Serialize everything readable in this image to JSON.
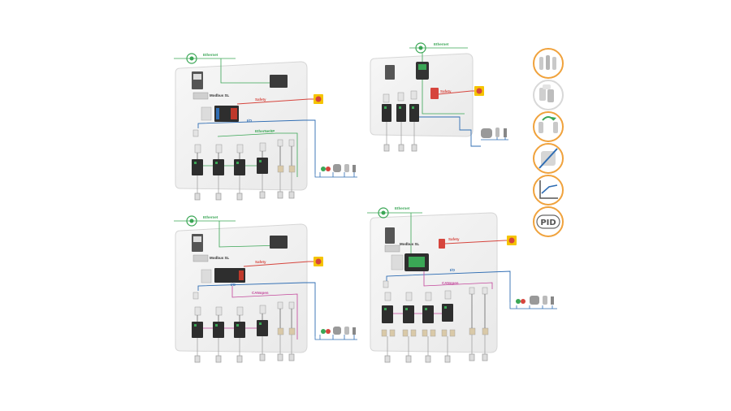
{
  "colors": {
    "ethernet": "#3aa655",
    "safety": "#d6453d",
    "io": "#2f6db3",
    "canopen": "#c2449a",
    "icon_ring": "#f0a23c",
    "panel_fill": "#f1f1f1",
    "panel_edge": "#d6d6d6"
  },
  "panels": [
    {
      "name": "panel-top-left",
      "labels": {
        "ethernet": "Ethernet",
        "modbus": "Modbus SL",
        "safety": "Safety",
        "io": "I/O",
        "bus": "EtherNet/IP"
      }
    },
    {
      "name": "panel-top-right",
      "labels": {
        "ethernet": "Ethernet",
        "safety": "Safety"
      }
    },
    {
      "name": "panel-bottom-left",
      "labels": {
        "ethernet": "Ethernet",
        "modbus": "Modbus SL",
        "safety": "Safety",
        "io": "I/O",
        "bus": "CANopen"
      }
    },
    {
      "name": "panel-bottom-right",
      "labels": {
        "ethernet": "Ethernet",
        "modbus": "Modbus SL",
        "safety": "Safety",
        "io": "I/O",
        "bus": "CANopen"
      }
    }
  ],
  "side_icons": [
    {
      "icon": "bottles-icon"
    },
    {
      "icon": "stack-cups-icon"
    },
    {
      "icon": "cycle-arrow-icon"
    },
    {
      "icon": "no-container-icon"
    },
    {
      "icon": "curve-graph-icon"
    },
    {
      "icon": "pid-icon",
      "text": "PID"
    }
  ]
}
